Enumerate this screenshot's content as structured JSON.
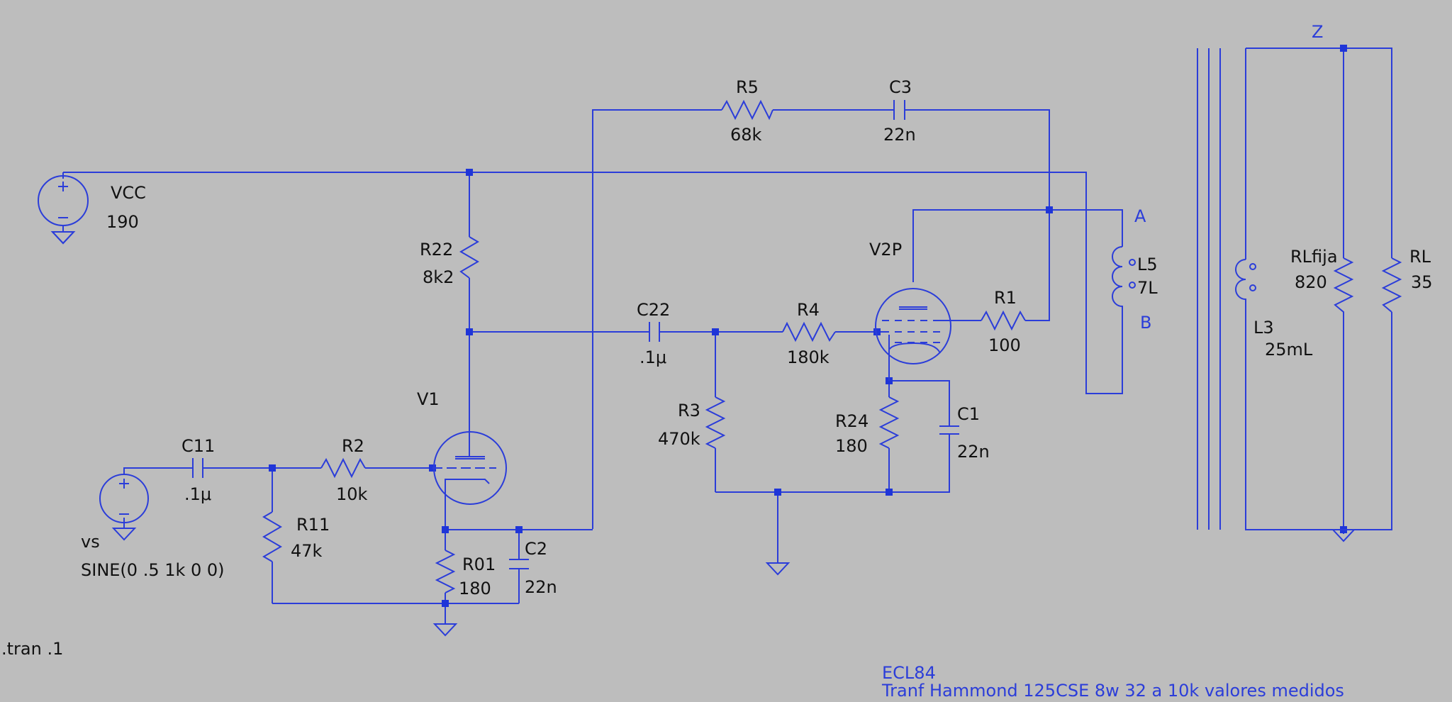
{
  "colors": {
    "background": "#bdbdbd",
    "wire": "#2b3dd9",
    "text": "#111111",
    "net_label": "#2b3dd9"
  },
  "components": {
    "vcc": {
      "name": "VCC",
      "value": "190"
    },
    "vs": {
      "name": "vs",
      "value": "SINE(0 .5 1k 0 0)"
    },
    "c11": {
      "name": "C11",
      "value": ".1μ"
    },
    "r2": {
      "name": "R2",
      "value": "10k"
    },
    "r11": {
      "name": "R11",
      "value": "47k"
    },
    "v1": {
      "name": "V1"
    },
    "r22": {
      "name": "R22",
      "value": "8k2"
    },
    "r01": {
      "name": "R01",
      "value": "180"
    },
    "c2": {
      "name": "C2",
      "value": "22n"
    },
    "r5": {
      "name": "R5",
      "value": "68k"
    },
    "c3": {
      "name": "C3",
      "value": "22n"
    },
    "c22": {
      "name": "C22",
      "value": ".1μ"
    },
    "r4": {
      "name": "R4",
      "value": "180k"
    },
    "r3": {
      "name": "R3",
      "value": "470k"
    },
    "v2p": {
      "name": "V2P"
    },
    "r1": {
      "name": "R1",
      "value": "100"
    },
    "r24": {
      "name": "R24",
      "value": "180"
    },
    "c1": {
      "name": "C1",
      "value": "22n"
    },
    "l5": {
      "name": "L5",
      "value": "7L"
    },
    "l3": {
      "name": "L3",
      "value": "25mL"
    },
    "rlfija": {
      "name": "RLfija",
      "value": "820"
    },
    "rl": {
      "name": "RL",
      "value": "35"
    }
  },
  "net_labels": {
    "a": "A",
    "b": "B",
    "z": "Z"
  },
  "directive": ".tran .1",
  "comments": [
    "ECL84",
    "Tranf Hammond 125CSE 8w 32 a 10k valores medidos"
  ]
}
